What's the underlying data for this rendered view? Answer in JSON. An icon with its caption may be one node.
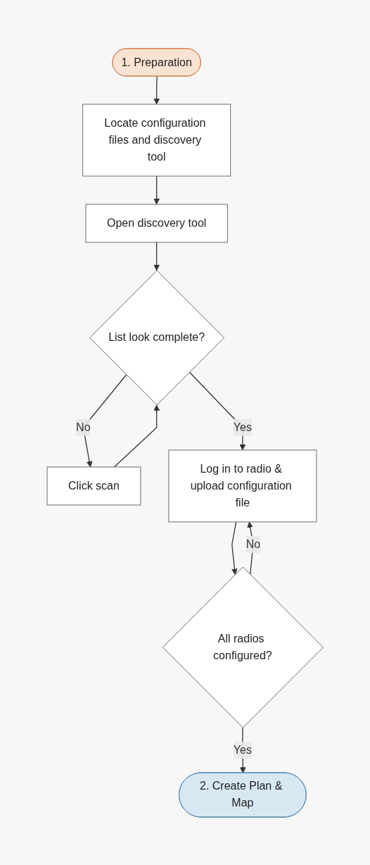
{
  "diagram": {
    "nodes": [
      {
        "text": [
          "1. Preparation"
        ]
      },
      {
        "text": [
          "Locate configuration files and discovery tool"
        ]
      },
      {
        "text": [
          "Open discovery tool"
        ]
      },
      {
        "text": [
          "List look complete?"
        ]
      },
      {
        "text": [
          "Click scan"
        ]
      },
      {
        "text": [
          "Log in to radio & upload configuration file"
        ]
      },
      {
        "text": [
          "All radios configured?"
        ]
      },
      {
        "text": [
          "2. Create Plan & Map"
        ]
      }
    ],
    "edges": [
      {
        "from": 0,
        "to": 1,
        "arrow": "to"
      },
      {
        "from": 1,
        "to": 2,
        "arrow": "to"
      },
      {
        "from": 2,
        "to": 3,
        "arrow": "to"
      },
      {
        "from": 3,
        "to": 4,
        "arrow": "to",
        "label": "No"
      },
      {
        "from": 4,
        "to": 3,
        "arrow": "to"
      },
      {
        "from": 3,
        "to": 5,
        "arrow": "to",
        "label": "Yes"
      },
      {
        "from": 5,
        "to": 6,
        "arrow": "to"
      },
      {
        "from": 6,
        "to": 5,
        "arrow": "to",
        "label": "No"
      },
      {
        "from": 6,
        "to": 7,
        "arrow": "to",
        "label": "Yes"
      }
    ]
  }
}
